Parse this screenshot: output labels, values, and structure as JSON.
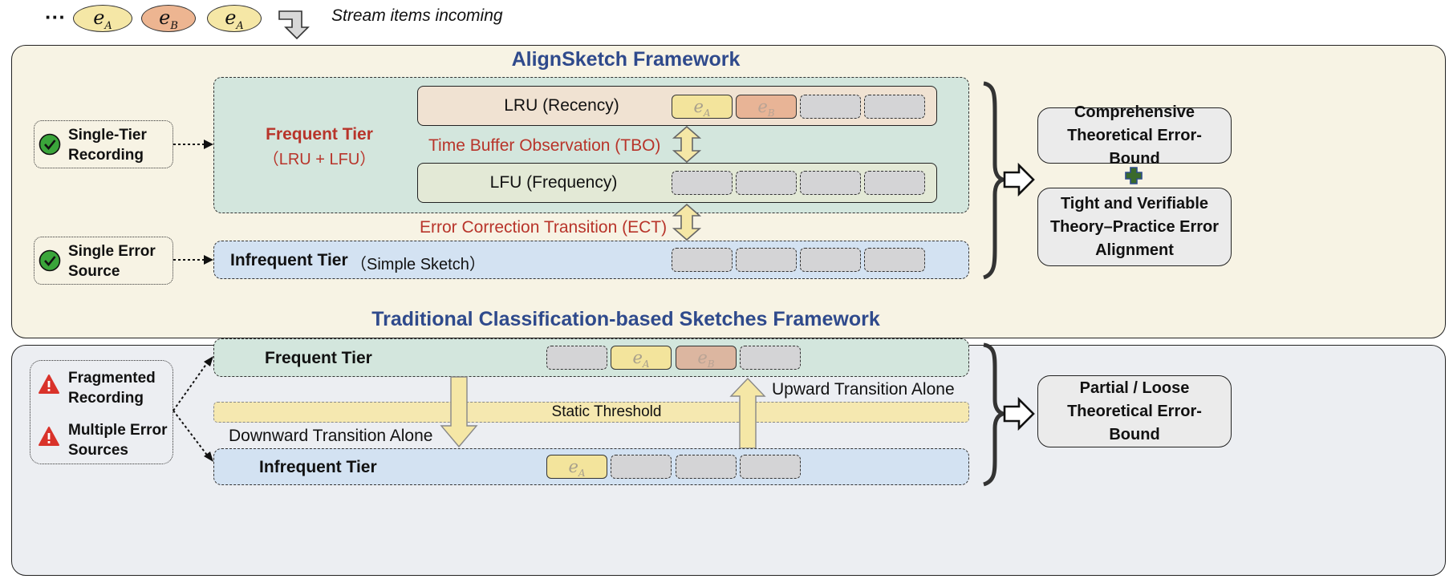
{
  "stream": {
    "ellipsis": "···",
    "items": [
      {
        "sym": "e",
        "sub": "A",
        "color": "#f5e7a6"
      },
      {
        "sym": "e",
        "sub": "B",
        "color": "#edb591"
      },
      {
        "sym": "e",
        "sub": "A",
        "color": "#f5e7a6"
      }
    ],
    "label": "Stream items incoming"
  },
  "align": {
    "title": "AlignSketch Framework",
    "side1": "Single-Tier Recording",
    "side2": "Single Error Source",
    "frequent_tier": "Frequent Tier",
    "frequent_tier_sub": "（LRU + LFU）",
    "lru": "LRU (Recency)",
    "lfu": "LFU (Frequency)",
    "tbo": "Time Buffer Observation (TBO)",
    "ect": "Error Correction Transition (ECT)",
    "infrequent_tier": "Infrequent Tier",
    "infrequent_tier_sub": "（Simple Sketch）",
    "result1": "Comprehensive Theoretical Error-Bound",
    "result2": "Tight and Verifiable Theory–Practice Error Alignment",
    "plus_icon": "plus-icon"
  },
  "trad": {
    "title": "Traditional Classification-based Sketches Framework",
    "side1": "Fragmented Recording",
    "side2": "Multiple Error Sources",
    "frequent_tier": "Frequent Tier",
    "infrequent_tier": "Infrequent Tier",
    "threshold": "Static Threshold",
    "upward": "Upward Transition Alone",
    "downward": "Downward Transition Alone",
    "result": "Partial / Loose Theoretical Error-Bound"
  },
  "slot_symbols": {
    "ea_sym": "e",
    "ea_sub": "A",
    "eb_sym": "e",
    "eb_sub": "B"
  },
  "colors": {
    "title_blue": "#2f4a8c",
    "red_text": "#b8342a",
    "check_green": "#3aa53a",
    "warn_red": "#d9322a",
    "frequent_bg": "#d3e6dd",
    "infrequent_bg": "#d3e2f2",
    "threshold_bg": "#f5e8b0"
  }
}
